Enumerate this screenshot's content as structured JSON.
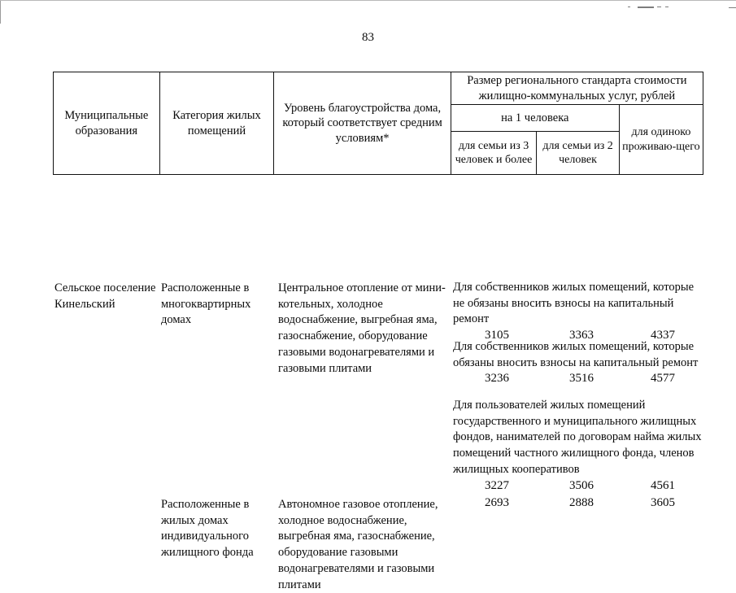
{
  "page": {
    "number": "83"
  },
  "table": {
    "header": {
      "municipalities": "Муниципальные образования",
      "category": "Категория жилых помещений",
      "level": "Уровень благоустройства дома, который соответствует средним условиям*",
      "cost_title": "Размер регионального стандарта стоимости жилищно-коммунальных услуг, рублей",
      "per_person": "на 1 человека",
      "family_of_3": "для семьи из 3 человек и более",
      "family_of_2": "для семьи из 2 человек",
      "single_person": "для одиноко проживаю-щего"
    },
    "rows": [
      {
        "municipality": "Сельское поселение Кинельский",
        "category": "Расположенные в многоквартирных домах",
        "level": "Центральное отопление от мини-котельных, холодное водоснабжение, выгребная яма, газоснабжение, оборудование газовыми водонагревателями и газовыми плитами",
        "groups": [
          {
            "note": "Для собственников жилых помещений, которые не обязаны вносить взносы на капитальный ремонт",
            "family_of_3": "3105",
            "family_of_2": "3363",
            "single_person": "4337"
          },
          {
            "note": "Для собственников  жилых помещений, которые обязаны вносить взносы на капитальный ремонт",
            "family_of_3": "3236",
            "family_of_2": "3516",
            "single_person": "4577"
          },
          {
            "note": "Для пользователей жилых помещений государственного и муниципального жилищных фондов, нанимателей по договорам найма жилых помещений частного жилищного фонда, членов жилищных кооперативов",
            "family_of_3": "3227",
            "family_of_2": "3506",
            "single_person": "4561"
          }
        ]
      },
      {
        "municipality": "",
        "category": "Расположенные в жилых домах индивидуального жилищного фонда",
        "level": "Автономное газовое отопление, холодное водоснабжение, выгребная яма, газоснабжение, оборудование газовыми водонагревателями и газовыми плитами",
        "groups": [
          {
            "note": "",
            "family_of_3": "2693",
            "family_of_2": "2888",
            "single_person": "3605"
          }
        ]
      }
    ]
  }
}
